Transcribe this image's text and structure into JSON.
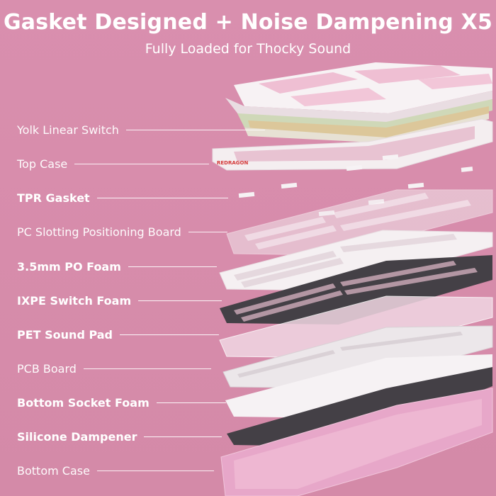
{
  "header": {
    "title": "Gasket Designed + Noise Dampening X5",
    "subtitle": "Fully Loaded for Thocky Sound"
  },
  "brand_logo": "REDRAGON",
  "layers": [
    {
      "label": "Yolk Linear Switch"
    },
    {
      "label": "Top Case"
    },
    {
      "label": "TPR Gasket"
    },
    {
      "label": "PC Slotting Positioning Board"
    },
    {
      "label": "3.5mm PO Foam"
    },
    {
      "label": "IXPE Switch Foam"
    },
    {
      "label": "PET Sound Pad"
    },
    {
      "label": "PCB Board"
    },
    {
      "label": "Bottom Socket Foam"
    },
    {
      "label": "Silicone Dampener"
    },
    {
      "label": "Bottom Case"
    }
  ],
  "colors": {
    "background": "#d98fae",
    "text": "#ffffff",
    "keycap_pink": "#efbfd3",
    "keycap_white": "#f7f2f4",
    "case_white": "#f4eef0",
    "foam_dark": "#444046",
    "bottom_case_pink": "#e7a7c9"
  }
}
